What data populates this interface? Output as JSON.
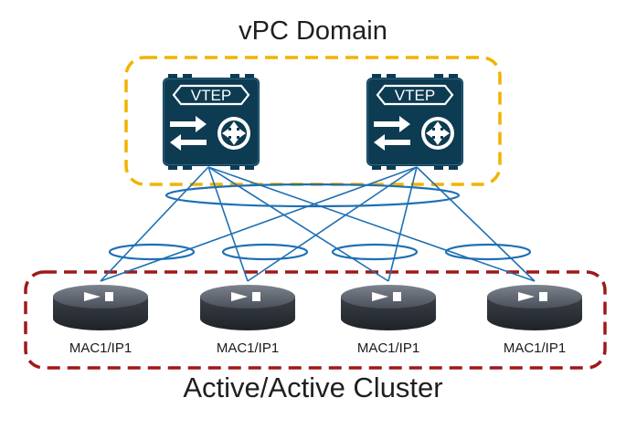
{
  "domain": {
    "title": "vPC Domain",
    "vtep_label": "VTEP",
    "border_color": "#f0b400"
  },
  "cluster": {
    "title": "Active/Active Cluster",
    "host_labels": [
      "MAC1/IP1",
      "MAC1/IP1",
      "MAC1/IP1",
      "MAC1/IP1"
    ],
    "border_color": "#a01818"
  },
  "colors": {
    "link": "#1f6fb4",
    "switch_body": "#0d3b52",
    "host_body": "#3a3f48"
  }
}
